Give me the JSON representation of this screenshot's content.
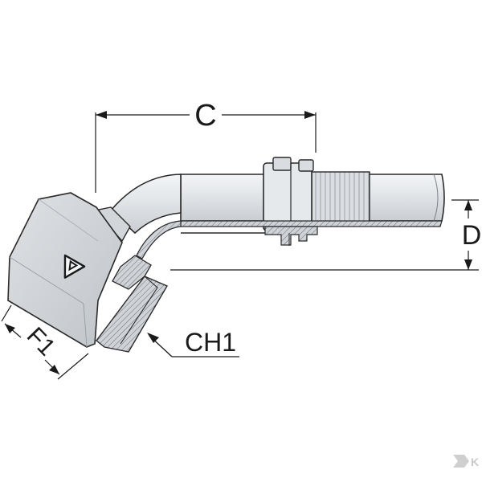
{
  "labels": {
    "dim_c": "C",
    "dim_d": "D",
    "dim_f1": "F1",
    "dim_ch1": "CH1"
  },
  "watermark": {
    "text": "K"
  },
  "colors": {
    "background": "#ffffff",
    "line": "#1a1a1a",
    "metal_light": "#e9ecef",
    "metal_mid": "#d7dade",
    "metal_dark": "#b7bbc0",
    "section": "#c4c8cc",
    "watermark": "#c9c9c9"
  }
}
